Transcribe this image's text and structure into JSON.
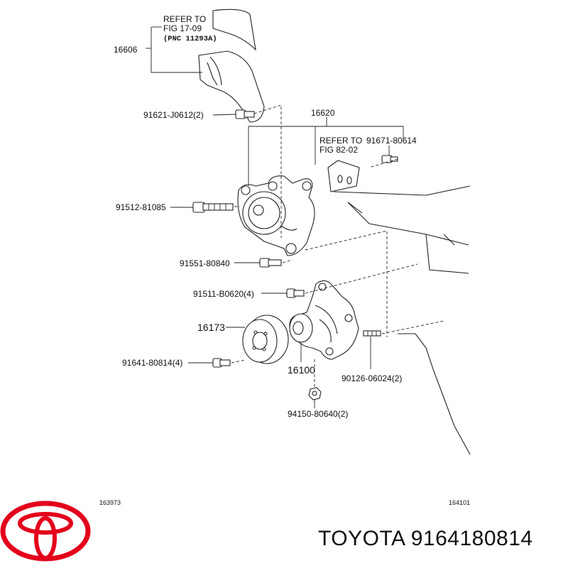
{
  "refs": {
    "ref1_line1": "REFER TO",
    "ref1_line2": "FIG 17-09",
    "ref1_line3": "(PNC 11293A)",
    "ref2_line1": "REFER TO",
    "ref2_line2": "FIG 82-02"
  },
  "parts": {
    "p16606": "16606",
    "p91621": "91621-J0612(2)",
    "p16620": "16620",
    "p91671": "91671-80614",
    "p91512": "91512-81085",
    "p91551": "91551-80840",
    "p91511": "91511-B0620(4)",
    "p16173": "16173",
    "p91641": "91641-80814(4)",
    "p16100": "16100",
    "p90126": "90126-06024(2)",
    "p94150": "94150-80640(2)"
  },
  "codes": {
    "left": "163973",
    "right": "164101"
  },
  "footer": {
    "text": "TOYOTA 9164180814",
    "logo_color": "#e3001b"
  }
}
